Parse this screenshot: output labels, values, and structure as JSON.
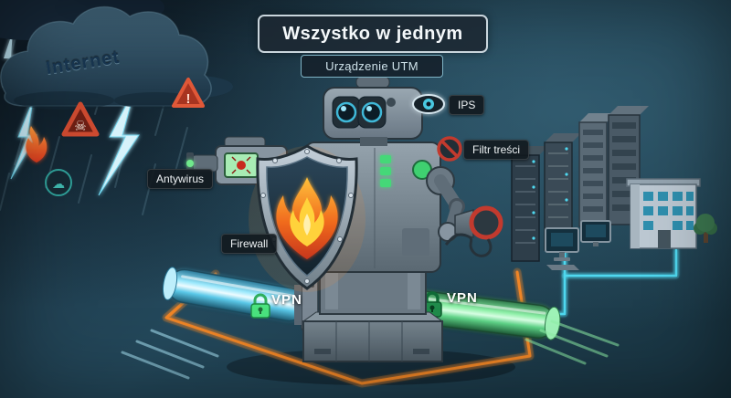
{
  "title": {
    "main": "Wszystko w jednym",
    "subtitle": "Urządzenie UTM"
  },
  "cloud": {
    "label": "Internet"
  },
  "features": {
    "antivirus": "Antywirus",
    "firewall": "Firewall",
    "ips": "IPS",
    "content_filter": "Filtr treści"
  },
  "vpn": {
    "left": "VPN",
    "right": "VPN"
  },
  "symbols": {
    "skull": "☠",
    "exclamation": "!",
    "cloud": "☁"
  },
  "icons": [
    "storm-cloud",
    "lightning",
    "skull-warning",
    "alert-warning",
    "flame-warning",
    "cloud-sync",
    "binoculars",
    "antivirus-scanner",
    "shield-flame",
    "megaphone",
    "eye",
    "blocked-sign",
    "padlock",
    "server-rack",
    "desktop-computer",
    "office-building",
    "tree"
  ],
  "colors": {
    "background_teal": "#24495c",
    "accent_cyan": "#4fd8ef",
    "accent_green": "#43e07c",
    "accent_orange": "#ef8526",
    "warning_red": "#c73b28",
    "metal_gray": "#8795a1"
  }
}
